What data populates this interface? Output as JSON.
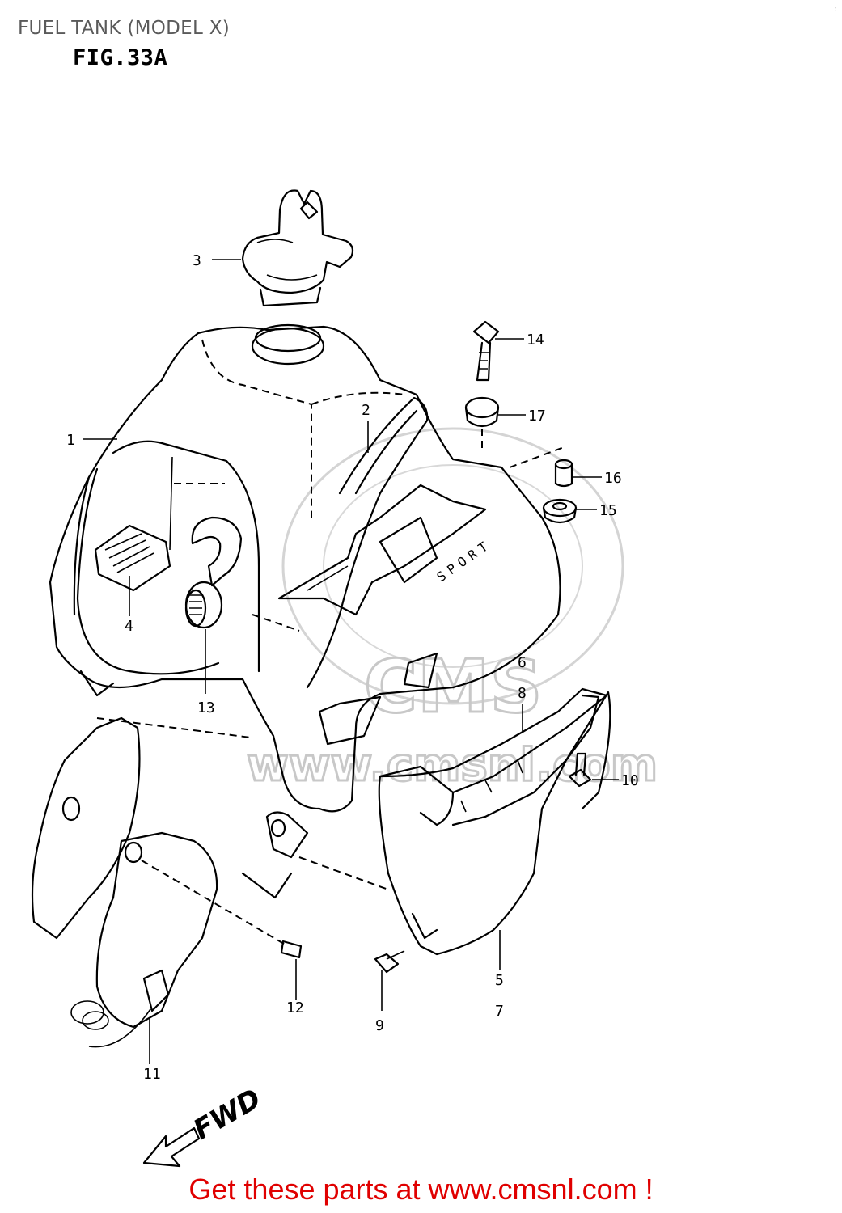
{
  "header": {
    "title": "FUEL TANK (MODEL X)",
    "figure": "FIG.33A",
    "corner_mark": ":"
  },
  "diagram": {
    "callouts": [
      {
        "id": "callout-1",
        "label": "1"
      },
      {
        "id": "callout-2",
        "label": "2"
      },
      {
        "id": "callout-3",
        "label": "3"
      },
      {
        "id": "callout-4",
        "label": "4"
      },
      {
        "id": "callout-5",
        "label": "5"
      },
      {
        "id": "callout-6",
        "label": "6"
      },
      {
        "id": "callout-7",
        "label": "7"
      },
      {
        "id": "callout-8",
        "label": "8"
      },
      {
        "id": "callout-9",
        "label": "9"
      },
      {
        "id": "callout-10",
        "label": "10"
      },
      {
        "id": "callout-11",
        "label": "11"
      },
      {
        "id": "callout-12",
        "label": "12"
      },
      {
        "id": "callout-13",
        "label": "13"
      },
      {
        "id": "callout-14",
        "label": "14"
      },
      {
        "id": "callout-15",
        "label": "15"
      },
      {
        "id": "callout-16",
        "label": "16"
      },
      {
        "id": "callout-17",
        "label": "17"
      }
    ],
    "tank_graphic_text": "SPORT",
    "direction_label": "FWD",
    "watermark_text": "CMS",
    "watermark_url": "www.cmsnl.com"
  },
  "footer": {
    "link_text": "Get these parts at www.cmsnl.com !",
    "link_color": "#e00000"
  }
}
